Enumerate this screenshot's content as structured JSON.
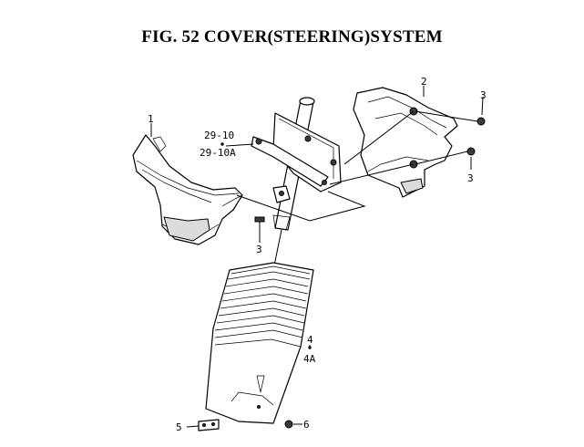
{
  "figure": {
    "title": "FIG. 52  COVER(STEERING)SYSTEM"
  },
  "callouts": {
    "p1": "1",
    "p2": "2",
    "p3_right_top": "3",
    "p3_right_bottom": "3",
    "p3_left": "3",
    "p29_10": "29-10",
    "p29_10a": "29-10A",
    "p4": "4",
    "p4a": "4A",
    "p5": "5",
    "p6": "6"
  }
}
